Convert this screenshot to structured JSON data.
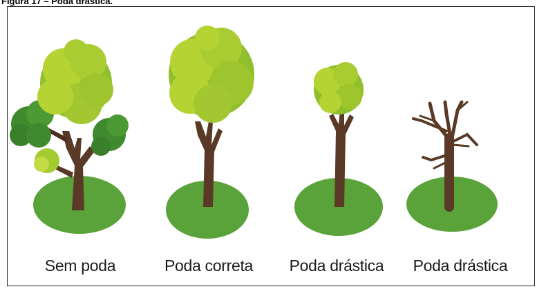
{
  "figure": {
    "caption": "Figura 17 – Poda drástica."
  },
  "trees": [
    {
      "label": "Sem poda"
    },
    {
      "label": "Poda correta"
    },
    {
      "label": "Poda drástica"
    },
    {
      "label": "Poda drástica"
    }
  ],
  "colors": {
    "ground": "#5aa33a",
    "trunk": "#5a3a26",
    "foliage_light": "#b5d434",
    "foliage_mid": "#8fbf2c",
    "foliage_dark": "#3f8a2e"
  }
}
